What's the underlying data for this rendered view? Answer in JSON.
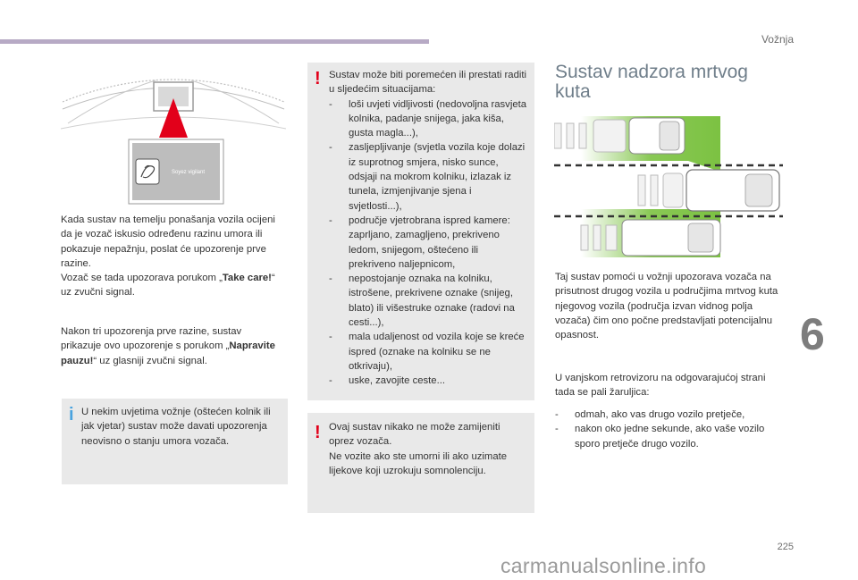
{
  "header": {
    "section_title": "Vožnja"
  },
  "chapter_number": "6",
  "page_number": "225",
  "watermark": "carmanualsonline.info",
  "left_column": {
    "display_text": "Soyez vigilant",
    "para1_pre": "Kada sustav na temelju ponašanja vozila ocijeni da je vozač iskusio određenu razinu umora ili pokazuje nepažnju, poslat će upozorenje prve razine.",
    "para1_line2_pre": "Vozač se tada upozorava porukom „",
    "para1_bold": "Take care!",
    "para1_post": "“ uz zvučni signal.",
    "para2_pre": "Nakon tri upozorenja prve razine, sustav prikazuje ovo upozorenje s porukom „",
    "para2_bold": "Napravite pauzu!",
    "para2_post": "“ uz glasniji zvučni signal.",
    "info_text": "U nekim uvjetima vožnje (oštećen kolnik ili jak vjetar) sustav može davati upozorenja neovisno o stanju umora vozača."
  },
  "middle_column": {
    "warn1_intro": "Sustav može biti poremećen ili prestati raditi u sljedećim situacijama:",
    "warn1_items": [
      "loši uvjeti vidljivosti (nedovoljna rasvjeta kolnika, padanje snijega, jaka kiša, gusta magla...),",
      "zasljepljivanje (svjetla vozila koje dolazi iz suprotnog smjera, nisko sunce, odsjaji na mokrom kolniku, izlazak iz tunela, izmjenjivanje sjena i svjetlosti...),",
      "područje vjetrobrana ispred kamere: zaprljano, zamagljeno, prekriveno ledom, snijegom, oštećeno ili prekriveno naljepnicom,",
      "nepostojanje oznaka na kolniku, istrošene, prekrivene oznake (snijeg, blato) ili višestruke oznake (radovi na cesti...),",
      "mala udaljenost od vozila koje se kreće ispred (oznake na kolniku se ne otkrivaju),",
      "uske, zavojite ceste..."
    ],
    "warn2_text1": "Ovaj sustav nikako ne može zamijeniti oprez vozača.",
    "warn2_text2": "Ne vozite ako ste umorni ili ako uzimate lijekove koji uzrokuju somnolenciju."
  },
  "right_column": {
    "title_line1": "Sustav nadzora mrtvog",
    "title_line2": "kuta",
    "para1": "Taj sustav pomoći u vožnji upozorava vozača na prisutnost drugog vozila u područjima mrtvog kuta njegovog vozila (područja izvan vidnog polja vozača) čim ono počne predstavljati potencijalnu opasnost.",
    "para2": "U vanjskom retrovizoru na odgovarajućoj strani tada se pali žaruljica:",
    "items": [
      "odmah, ako vas drugo vozilo pretječe,",
      "nakon oko jedne sekunde, ako vaše vozilo sporo pretječe drugo vozilo."
    ]
  },
  "colors": {
    "accent_bar": "#b7aac5",
    "warning": "#e2001a",
    "info": "#4aa3df",
    "title": "#6f7e8a",
    "zone_green": "#7cc242"
  }
}
